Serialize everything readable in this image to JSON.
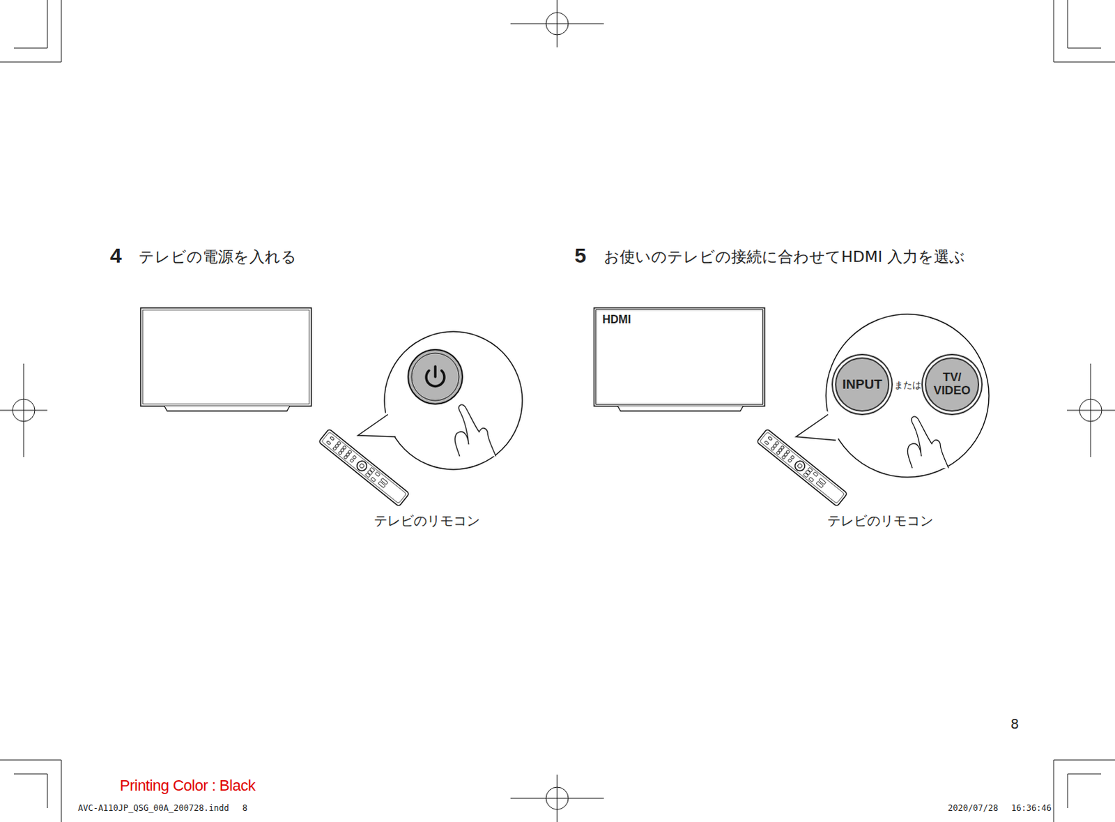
{
  "diagram": {
    "nodes": [
      {
        "text": [
          "HDMI"
        ]
      },
      {
        "text": [
          "INPUT"
        ]
      },
      {
        "text": [
          "TV/ VIDEO"
        ]
      }
    ],
    "labels": [
      "4",
      "テレビの電源を入れる",
      "テレビのリモコン",
      "5",
      "お使いのテレビの接続に合わせてHDMI 入力を選ぶ",
      "または",
      "テレビのリモコン",
      "8",
      "Printing Color : Black",
      "AVC-A110JP_QSG_00A_200728.indd",
      "8",
      "2020/07/28",
      "16:36:46"
    ]
  }
}
